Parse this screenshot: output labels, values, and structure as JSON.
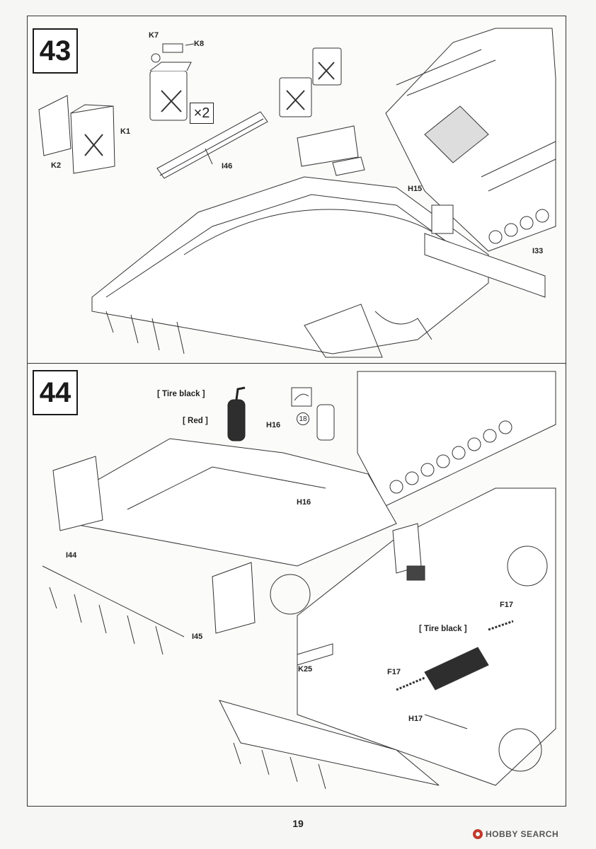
{
  "steps": [
    {
      "number": "43",
      "multiplier": "×2",
      "parts": {
        "k7": "K7",
        "k8": "K8",
        "k1": "K1",
        "k2": "K2",
        "i46": "I46",
        "h15": "H15",
        "i33": "I33"
      }
    },
    {
      "number": "44",
      "paints": {
        "tire_black_top": "[ Tire black ]",
        "red": "[ Red ]",
        "tire_black_bottom": "[ Tire black ]"
      },
      "circled_number": "⑱",
      "parts": {
        "h16_a": "H16",
        "h16_b": "H16",
        "i44": "I44",
        "i45": "I45",
        "k25": "K25",
        "f17_a": "F17",
        "f17_b": "F17",
        "h17": "H17"
      }
    }
  ],
  "footer": {
    "page_number": "19",
    "watermark": "HOBBY SEARCH"
  },
  "colors": {
    "line": "#333333",
    "fill": "#ffffff",
    "part_dark": "#2e2e2e",
    "watermark_red": "#c0392b"
  }
}
